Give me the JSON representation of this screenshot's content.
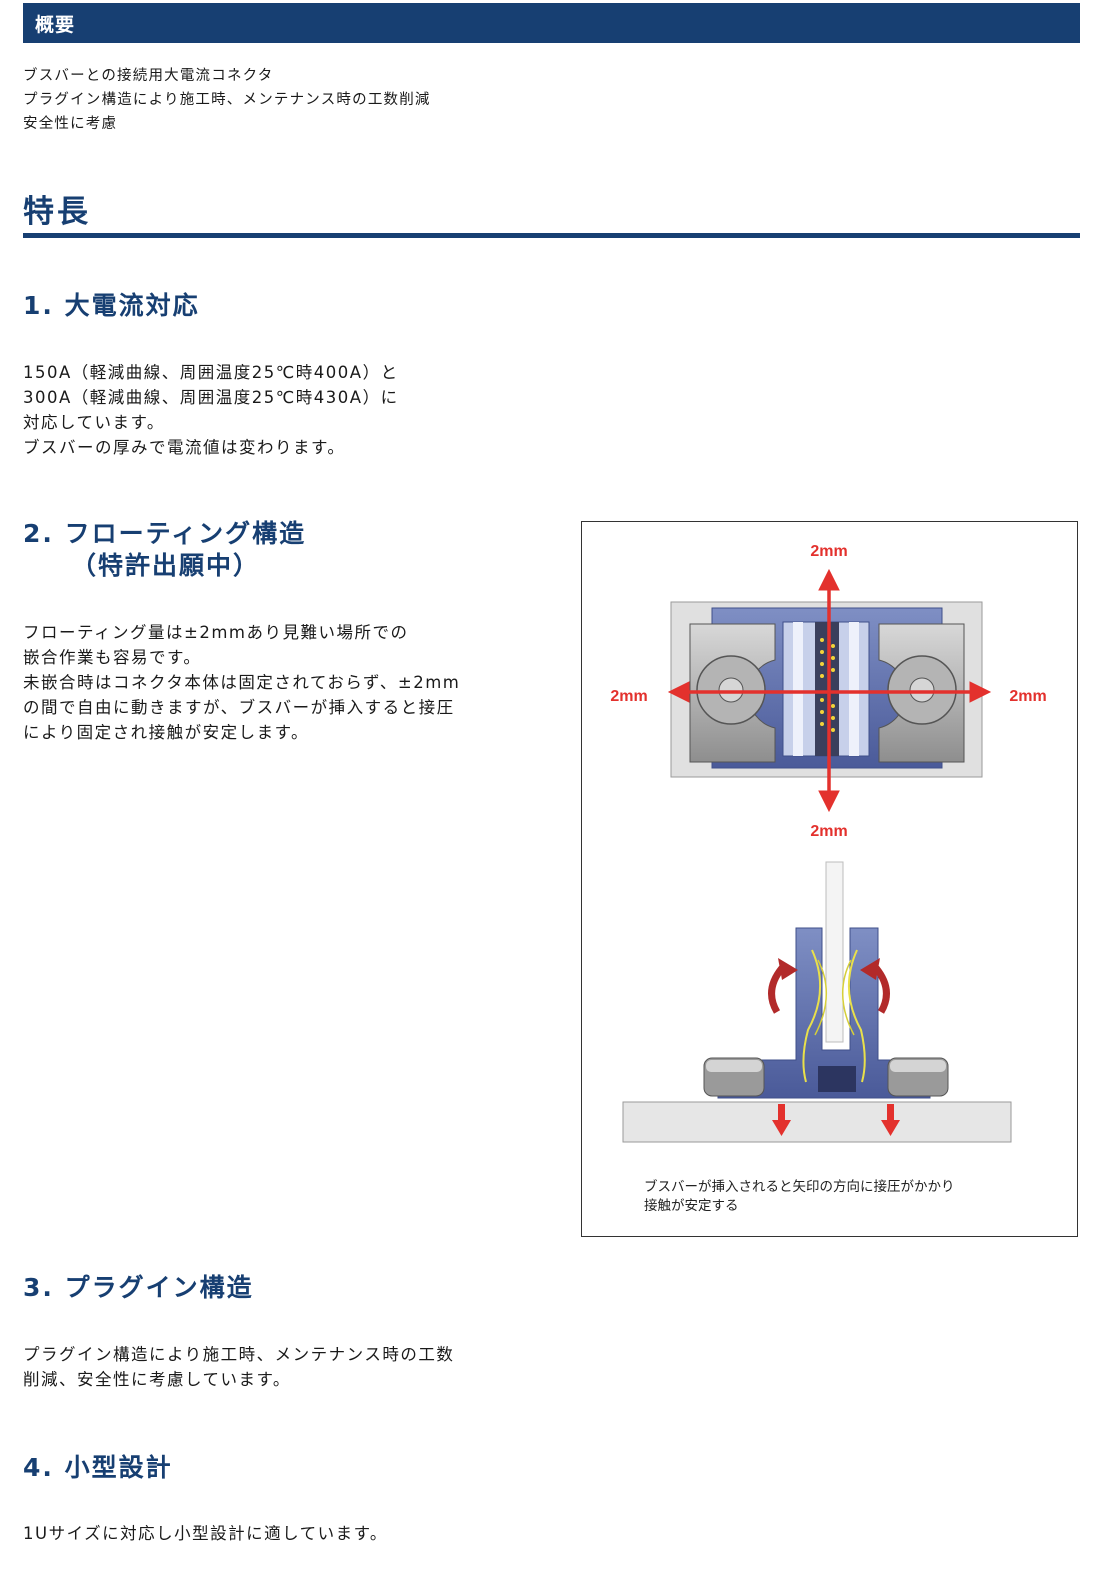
{
  "overview": {
    "heading": "概要",
    "lines": [
      "ブスバーとの接続用大電流コネクタ",
      "プラグイン構造により施工時、メンテナンス時の工数削減",
      "安全性に考慮"
    ]
  },
  "features": {
    "title": "特長",
    "sections": [
      {
        "heading_lines": [
          "1. 大電流対応"
        ],
        "body_lines": [
          "150A（軽減曲線、周囲温度25℃時400A）と",
          "300A（軽減曲線、周囲温度25℃時430A）に",
          "対応しています。",
          "ブスバーの厚みで電流値は変わります。"
        ]
      },
      {
        "heading_lines": [
          "2. フローティング構造",
          "（特許出願中）"
        ],
        "body_lines": [
          "フローティング量は±2mmあり見難い場所での",
          "嵌合作業も容易です。",
          "未嵌合時はコネクタ本体は固定されておらず、±2mm",
          "の間で自由に動きますが、ブスバーが挿入すると接圧",
          "により固定され接触が安定します。"
        ]
      },
      {
        "heading_lines": [
          "3. プラグイン構造"
        ],
        "body_lines": [
          "プラグイン構造により施工時、メンテナンス時の工数",
          "削減、安全性に考慮しています。"
        ]
      },
      {
        "heading_lines": [
          "4. 小型設計"
        ],
        "body_lines": [
          "1Uサイズに対応し小型設計に適しています。"
        ]
      }
    ]
  },
  "figure": {
    "label_top": "2mm",
    "label_left": "2mm",
    "label_right": "2mm",
    "label_bottom": "2mm",
    "caption_lines": [
      "ブスバーが挿入されると矢印の方向に接圧がかかり",
      "接触が安定する"
    ],
    "arrow_color": "#e3312d",
    "accent_color": "#173f72"
  }
}
